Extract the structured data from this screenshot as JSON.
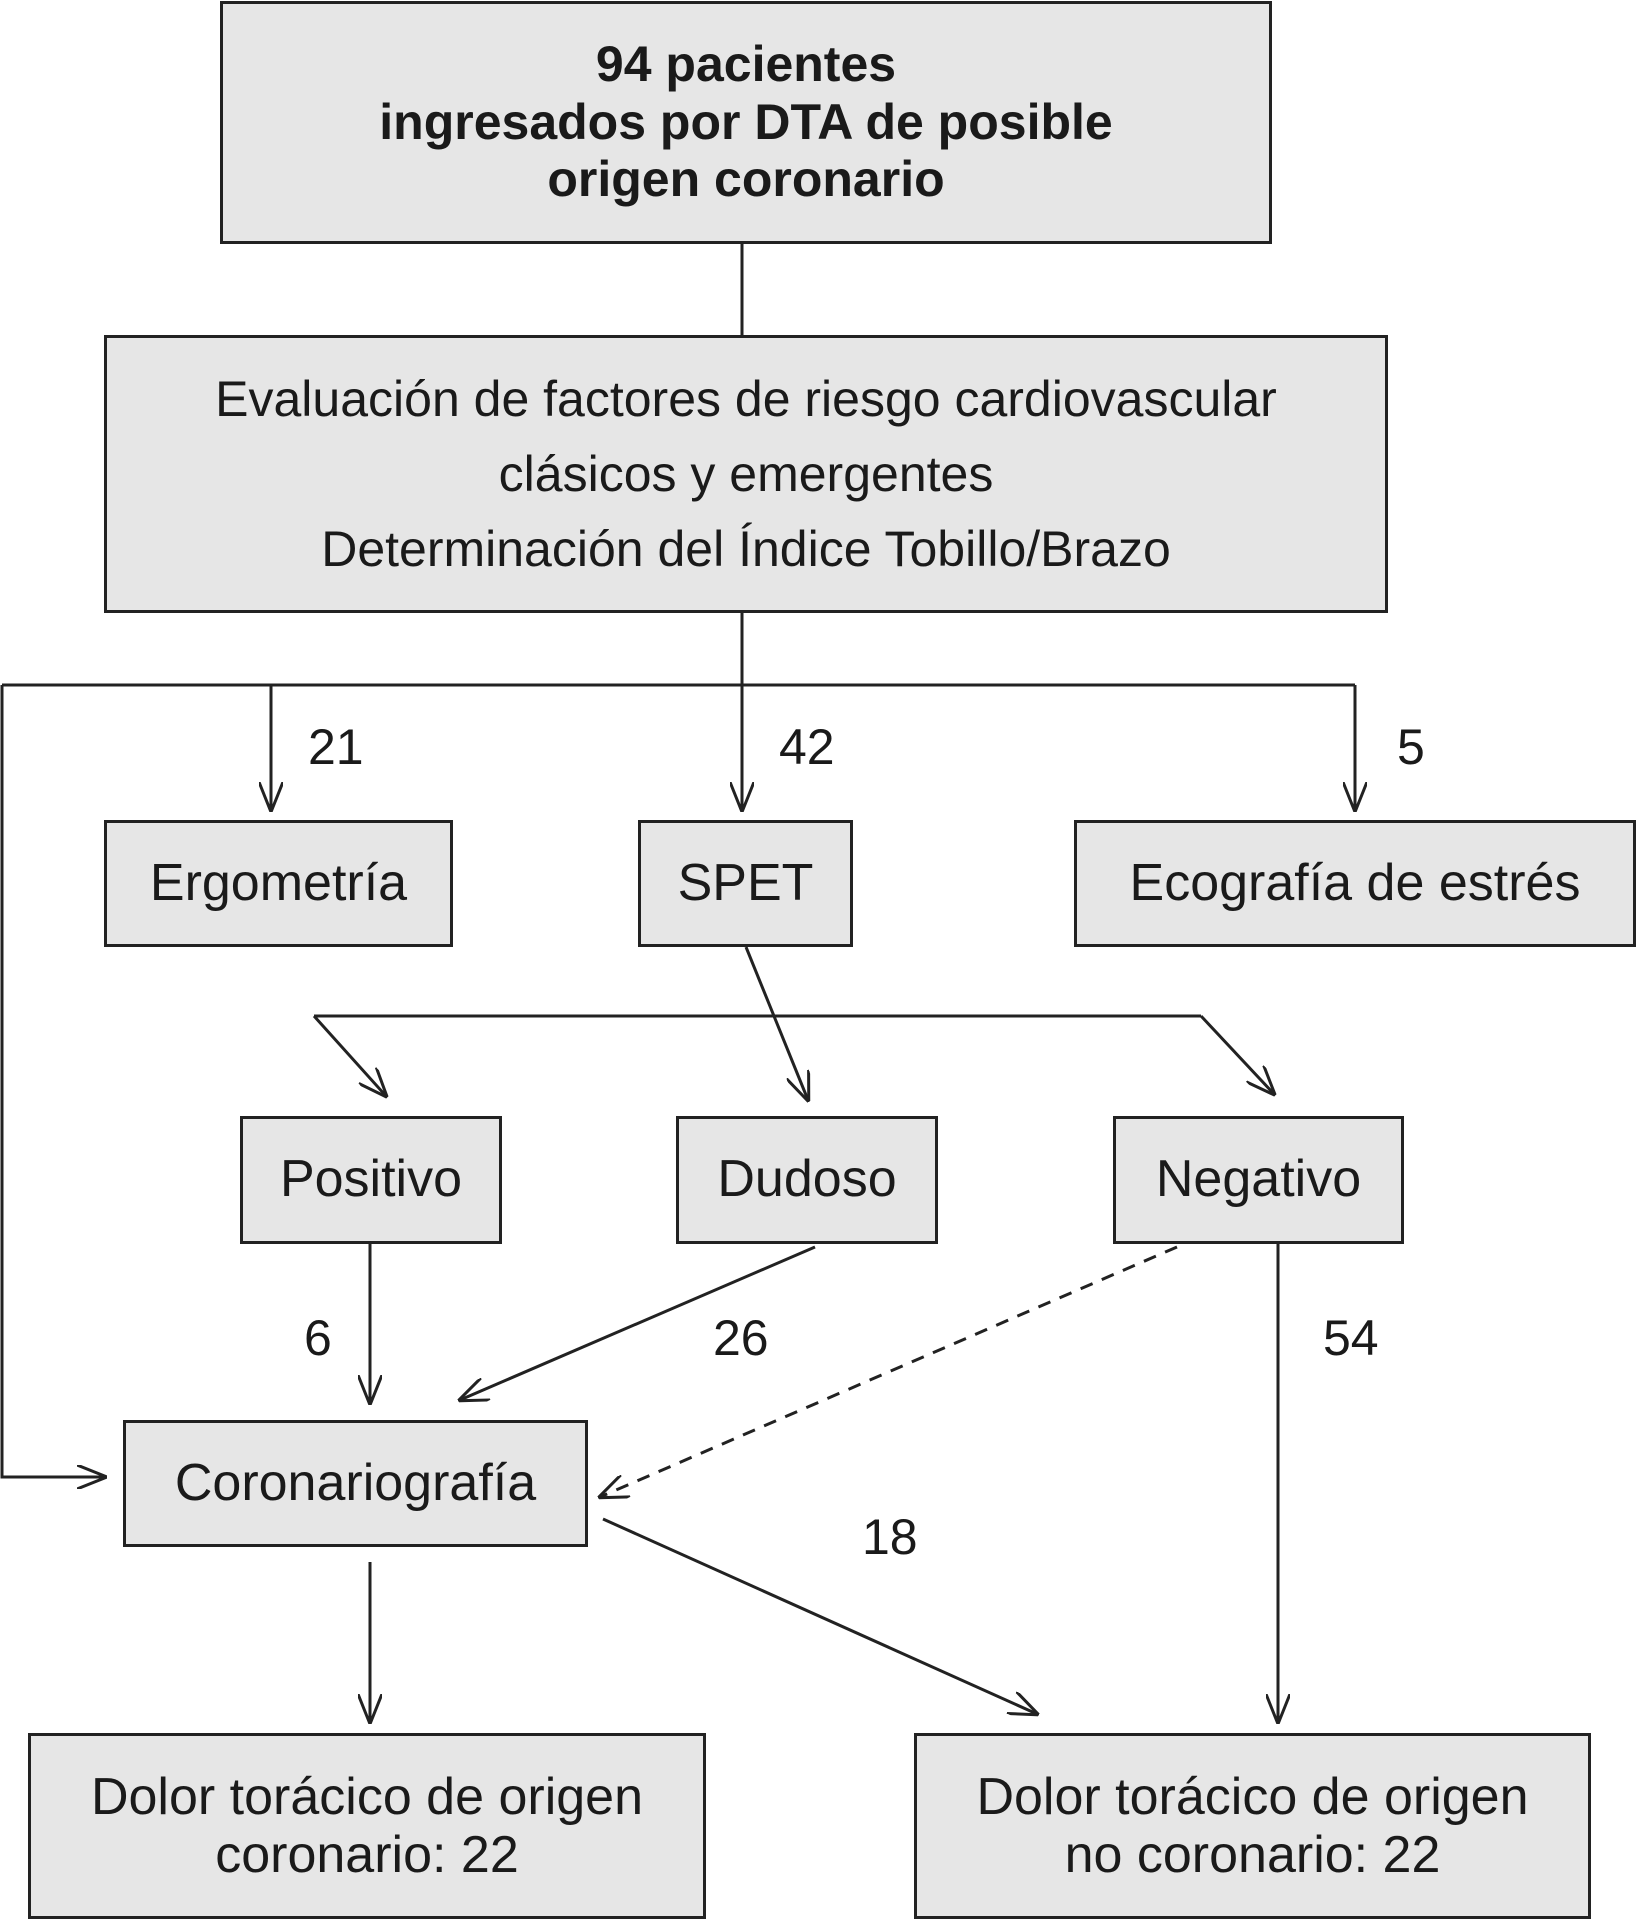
{
  "boxes": {
    "start": [
      "94 pacientes",
      "ingresados por DTA de posible",
      "origen coronario"
    ],
    "evaluation": [
      "Evaluación de factores de riesgo cardiovascular",
      "clásicos y emergentes",
      "Determinación del Índice Tobillo/Brazo"
    ],
    "ergometria": "Ergometría",
    "spet": "SPET",
    "ecografia": "Ecografía de estrés",
    "positivo": "Positivo",
    "dudoso": "Dudoso",
    "negativo": "Negativo",
    "coronariografia": "Coronariografía",
    "outcome_coronary": [
      "Dolor torácico de origen",
      "coronario: 22"
    ],
    "outcome_noncoronary": [
      "Dolor torácico de origen",
      "no coronario: 22"
    ]
  },
  "edge_labels": {
    "to_ergometria": "21",
    "to_spet": "42",
    "to_ecografia": "5",
    "positivo_to_coronariografia": "6",
    "dudoso_to_coronariografia": "26",
    "negativo_to_noncoronary": "54",
    "coronariografia_to_noncoronary": "18"
  },
  "colors": {
    "box_fill": "#e6e6e6",
    "stroke": "#222222",
    "text": "#1a1a1a"
  }
}
